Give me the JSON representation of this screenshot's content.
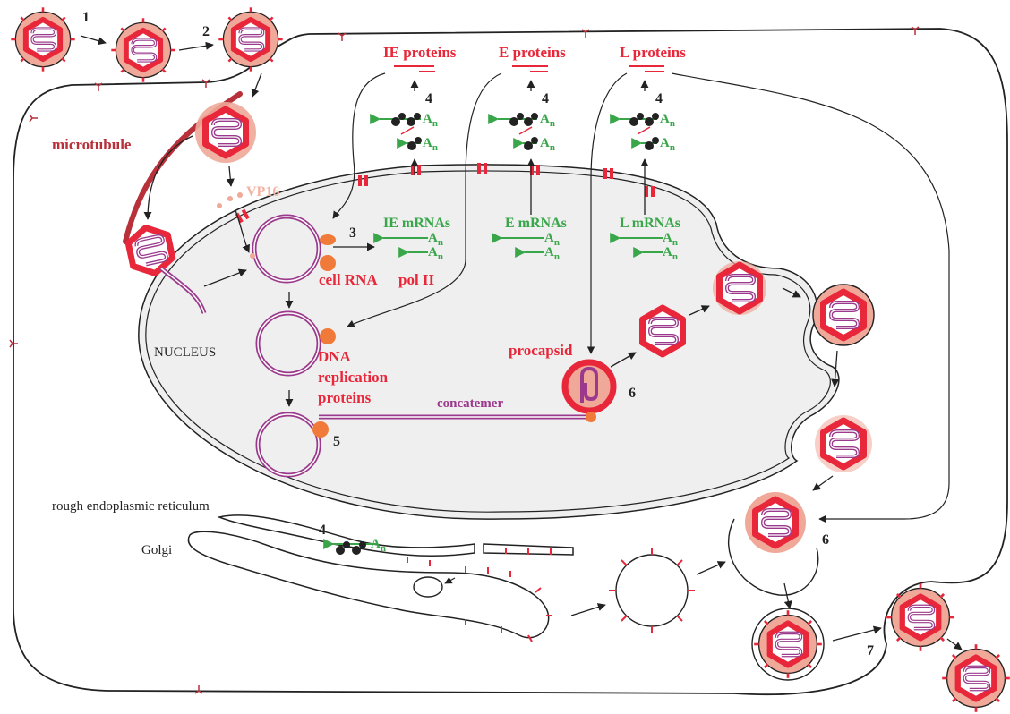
{
  "colors": {
    "capsid": "#e8283a",
    "tegument": "#f0a898",
    "dna": "#9b3a8c",
    "mrna": "#3aa64a",
    "nucleus_fill": "#efefef",
    "microtubule": "#b8303a",
    "protein": "#f07a3a"
  },
  "labels": {
    "ie_proteins": "IE proteins",
    "e_proteins": "E proteins",
    "l_proteins": "L proteins",
    "microtubule": "microtubule",
    "vp16": "VP16",
    "nucleus": "NUCLEUS",
    "ie_mrnas": "IE mRNAs",
    "e_mrnas": "E mRNAs",
    "l_mrnas": "L mRNAs",
    "cell_rna": "cell RNA",
    "pol_ii": "pol II",
    "dna": "DNA",
    "replication": "replication",
    "proteins": "proteins",
    "procapsid": "procapsid",
    "concatemer": "concatemer",
    "rer": "rough endoplasmic reticulum",
    "golgi": "Golgi",
    "an": "A",
    "an_sub": "n"
  },
  "steps": {
    "s1": "1",
    "s2": "2",
    "s3": "3",
    "s4": "4",
    "s5": "5",
    "s6": "6",
    "s7": "7"
  }
}
